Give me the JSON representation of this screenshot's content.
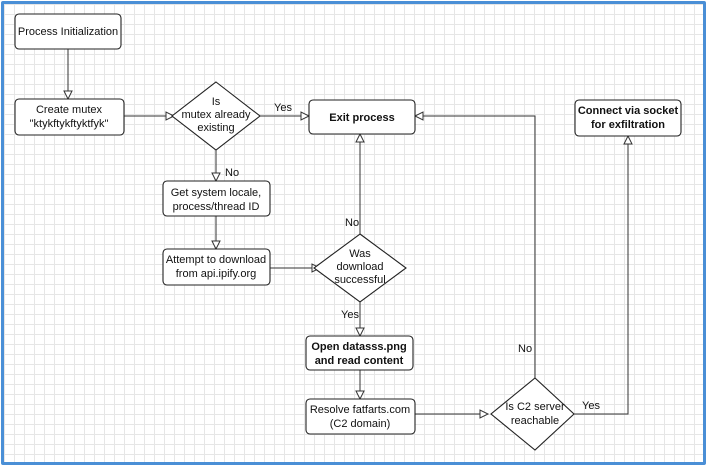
{
  "nodes": {
    "process_init": [
      "Process Initialization"
    ],
    "create_mutex": [
      "Create mutex",
      "\"ktykftykftyktfyk\""
    ],
    "mutex_exists": [
      "Is",
      "mutex already",
      "existing"
    ],
    "exit_process": [
      "Exit process"
    ],
    "connect_socket": [
      "Connect via socket",
      "for exfiltration"
    ],
    "get_locale": [
      "Get system locale,",
      "process/thread ID"
    ],
    "attempt_download": [
      "Attempt to download",
      "from api.ipify.org"
    ],
    "was_download": [
      "Was",
      "download",
      "successful"
    ],
    "open_datasss": [
      "Open datasss.png",
      "and read content"
    ],
    "resolve_domain": [
      "Resolve fatfarts.com",
      "(C2 domain)"
    ],
    "c2_reachable": [
      "Is C2 server",
      "reachable"
    ]
  },
  "edge_labels": {
    "mutex_yes": "Yes",
    "mutex_no": "No",
    "download_no": "No",
    "download_yes": "Yes",
    "c2_no": "No",
    "c2_yes": "Yes"
  },
  "colors": {
    "frame_border": "#4a8fd6",
    "grid": "#e6e6e6",
    "stroke": "#222222"
  }
}
